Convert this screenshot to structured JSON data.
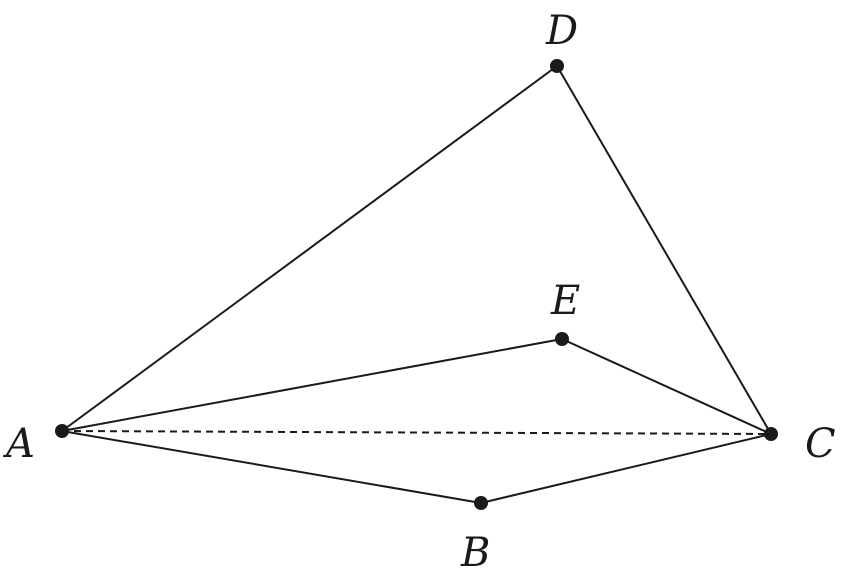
{
  "figure": {
    "points": [
      {
        "id": "A",
        "label": "A"
      },
      {
        "id": "B",
        "label": "B"
      },
      {
        "id": "C",
        "label": "C"
      },
      {
        "id": "D",
        "label": "D"
      },
      {
        "id": "E",
        "label": "E"
      }
    ],
    "segments": [
      {
        "from": "A",
        "to": "D",
        "style": "solid"
      },
      {
        "from": "D",
        "to": "C",
        "style": "solid"
      },
      {
        "from": "A",
        "to": "E",
        "style": "solid"
      },
      {
        "from": "E",
        "to": "C",
        "style": "solid"
      },
      {
        "from": "A",
        "to": "B",
        "style": "solid"
      },
      {
        "from": "B",
        "to": "C",
        "style": "solid"
      },
      {
        "from": "A",
        "to": "C",
        "style": "dashed"
      }
    ],
    "colors": {
      "stroke": "#1a1a1a",
      "background": "#ffffff"
    }
  }
}
